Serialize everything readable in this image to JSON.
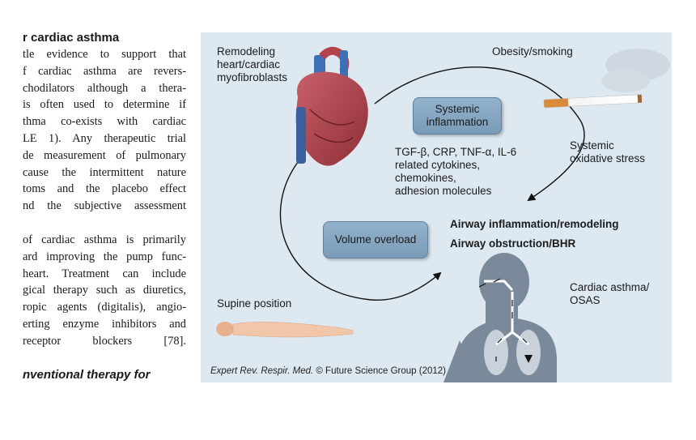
{
  "left_column": {
    "heading_top": "r cardiac asthma",
    "paragraph1": [
      "tle evidence to support that",
      "f cardiac asthma are revers-",
      "chodilators although a thera-",
      "is often used to determine if",
      "thma co-exists with cardiac",
      "LE 1). Any therapeutic trial",
      "de measurement of pulmonary",
      "cause the intermittent nature",
      "toms and the placebo effect",
      "nd the subjective assessment"
    ],
    "paragraph2": [
      "of cardiac asthma is primarily",
      "ard improving the pump func-",
      "heart. Treatment can include",
      "gical therapy such as diuretics,",
      "ropic agents (digitalis), angio-",
      "erting enzyme inhibitors and",
      "receptor blockers [78]."
    ],
    "heading_bottom": "nventional therapy for"
  },
  "figure": {
    "remodeling_label": "Remodeling\nheart/cardiac\nmyofibroblasts",
    "obesity_label": "Obesity/smoking",
    "systemic_inflammation_box": "Systemic\ninflammation",
    "cytokines_label": "TGF-β, CRP, TNF-α, IL-6\nrelated cytokines,\nchemokines,\nadhesion molecules",
    "oxidative_stress_label": "Systemic\noxidative stress",
    "volume_overload_box": "Volume overload",
    "airway_inflammation_label": "Airway inflammation/remodeling",
    "airway_obstruction_label": "Airway obstruction/BHR",
    "cardiac_asthma_label": "Cardiac asthma/\nOSAS",
    "supine_label": "Supine position",
    "caption_journal": "Expert Rev. Respir. Med.",
    "caption_rest": " © Future Science Group (2012)"
  },
  "colors": {
    "figure_bg": "#dde8f1",
    "box_fill": "#86a7c2",
    "silhouette": "#7a8a9a",
    "heart": "#b4424a",
    "skin": "#f2c6a8"
  }
}
